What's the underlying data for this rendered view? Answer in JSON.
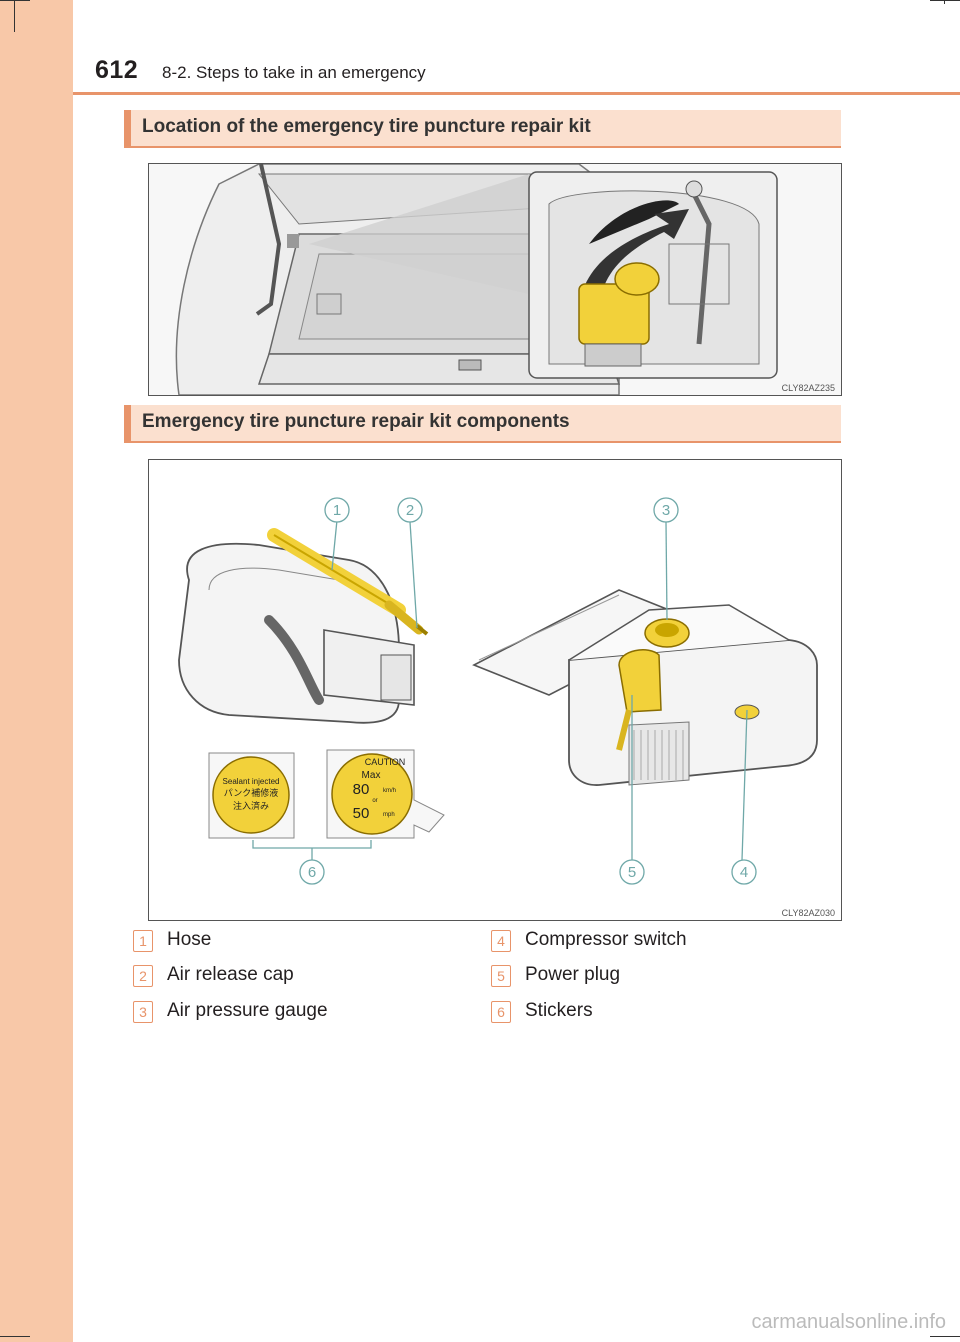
{
  "header": {
    "page_number": "612",
    "chapter_title": "8-2. Steps to take in an emergency"
  },
  "sections": [
    {
      "title": "Location of the emergency tire puncture repair kit",
      "figure_code": "CLY82AZ235"
    },
    {
      "title": "Emergency tire puncture repair kit components",
      "figure_code": "CLY82AZ030"
    }
  ],
  "sticker_text": {
    "left_line1": "Sealant injected",
    "left_line2": "パンク補修液",
    "left_line3": "注入済み",
    "right_caution": "CAUTION",
    "right_max": "Max",
    "right_speed1": "80",
    "right_unit1": "km/h",
    "right_or": "or",
    "right_speed2": "50",
    "right_unit2": "mph"
  },
  "callouts": [
    "1",
    "2",
    "3",
    "4",
    "5",
    "6"
  ],
  "legend": [
    {
      "num": "1",
      "label": "Hose"
    },
    {
      "num": "2",
      "label": "Air release cap"
    },
    {
      "num": "3",
      "label": "Air pressure gauge"
    },
    {
      "num": "4",
      "label": "Compressor switch"
    },
    {
      "num": "5",
      "label": "Power plug"
    },
    {
      "num": "6",
      "label": "Stickers"
    }
  ],
  "footer": {
    "watermark": "carmanualsonline.info"
  },
  "colors": {
    "accent": "#e8946a",
    "band": "#f8c8a8",
    "head_bg": "#fbe0cf",
    "kit_yellow": "#f2d13a"
  }
}
